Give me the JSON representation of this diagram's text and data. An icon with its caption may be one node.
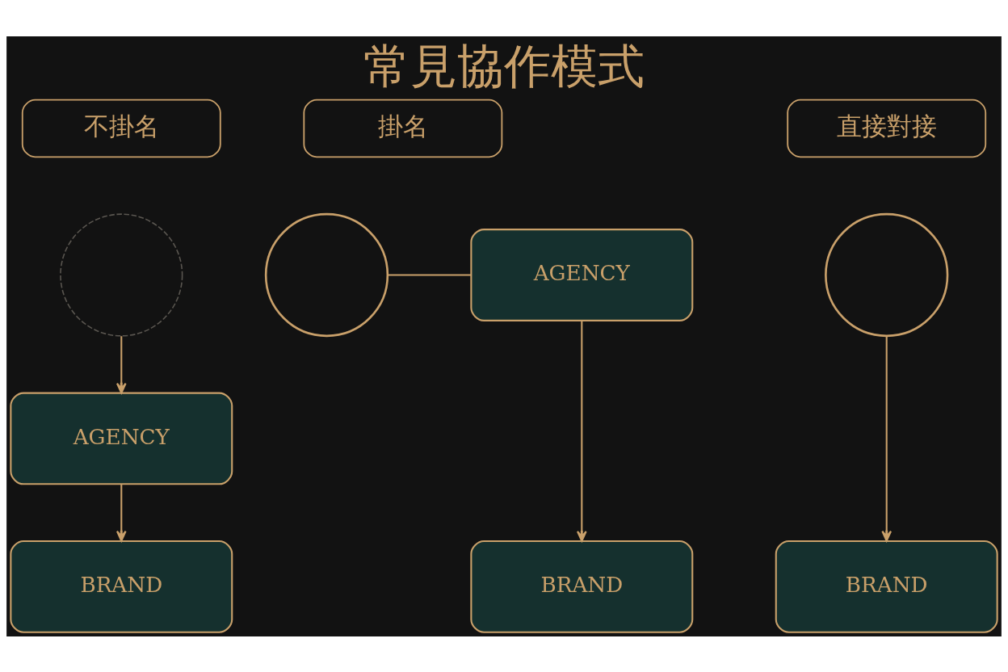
{
  "diagram": {
    "title": "常見協作模式",
    "nodes": [
      {
        "text": [
          "不掛名"
        ]
      },
      {
        "text": [],
        "shape": "circle"
      },
      {
        "text": [
          "AGENCY"
        ]
      },
      {
        "text": [
          "BRAND"
        ]
      },
      {
        "text": [
          "掛名"
        ]
      },
      {
        "text": [],
        "shape": "circle"
      },
      {
        "text": [
          "AGENCY"
        ]
      },
      {
        "text": [
          "BRAND"
        ]
      },
      {
        "text": [
          "直接對接"
        ]
      },
      {
        "text": [],
        "shape": "circle"
      },
      {
        "text": [
          "BRAND"
        ]
      }
    ],
    "edges": [
      {
        "from": 1,
        "to": 2,
        "arrow": "to"
      },
      {
        "from": 2,
        "to": 3,
        "arrow": "to"
      },
      {
        "from": 5,
        "to": 6,
        "arrow": "none"
      },
      {
        "from": 6,
        "to": 7,
        "arrow": "to"
      },
      {
        "from": 9,
        "to": 10,
        "arrow": "to"
      }
    ]
  }
}
